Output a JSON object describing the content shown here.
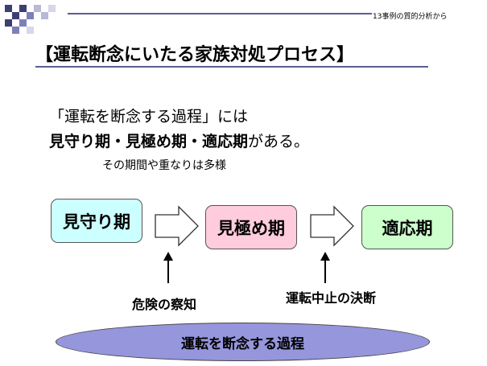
{
  "header": {
    "corner_text": "13事例の質的分析から"
  },
  "slide": {
    "title": "【運転断念にいたる家族対処プロセス】",
    "line1": "「運転を断念する過程」には",
    "line2_bold": "見守り期・見極め期・適応期",
    "line2_rest": "がある。",
    "line3": "その期間や重なりは多様"
  },
  "stages": [
    {
      "label": "見守り期",
      "color": "#ccffff"
    },
    {
      "label": "見極め期",
      "color": "#ffccdd"
    },
    {
      "label": "適応期",
      "color": "#ccffcc"
    }
  ],
  "triggers": [
    {
      "label": "危険の察知"
    },
    {
      "label": "運転中止の決断"
    }
  ],
  "process": {
    "label": "運転を断念する過程",
    "color": "#9696dc"
  }
}
